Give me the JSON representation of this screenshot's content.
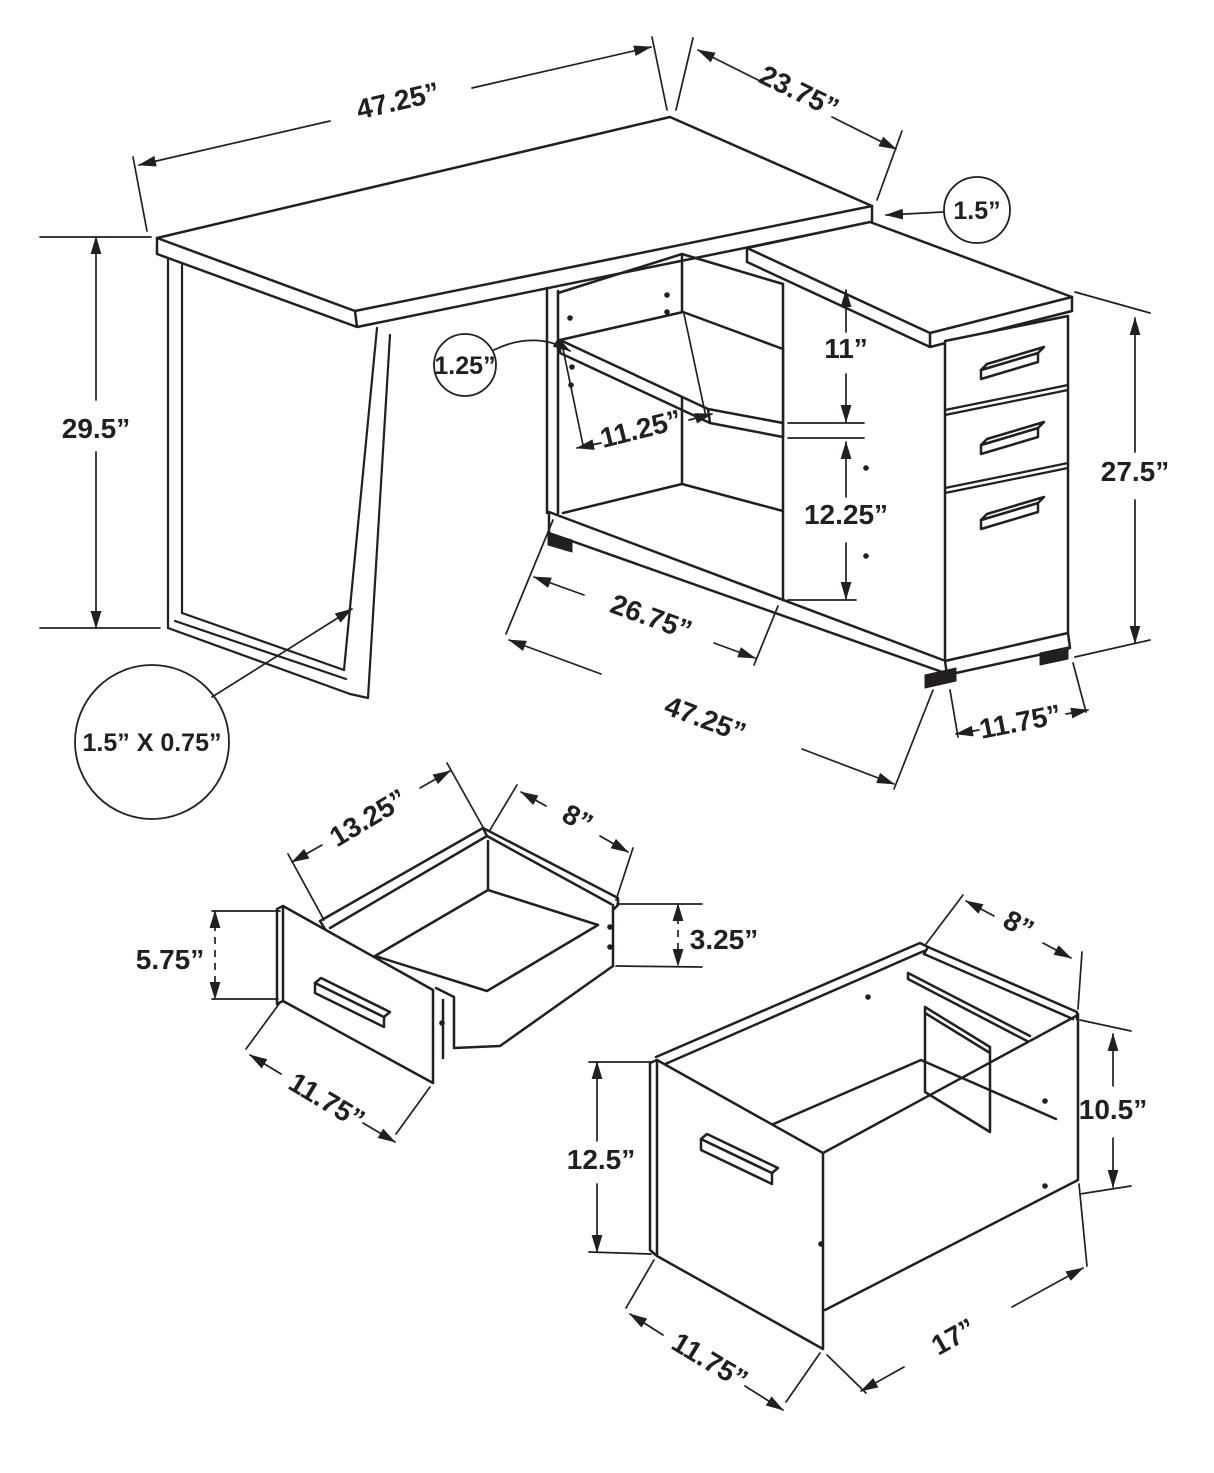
{
  "style": {
    "ink": "#231f20",
    "background": "#ffffff"
  },
  "views": {
    "desk": {
      "name": "assembled L-shaped desk",
      "dims": {
        "top_length": "47.25”",
        "top_depth": "23.75”",
        "top_thickness": "1.5”",
        "overall_height": "29.5”",
        "leg_profile": "1.5” X 0.75”",
        "shelf_thickness": "1.25”",
        "shelf_depth": "11.25”",
        "upper_opening_height": "11”",
        "lower_opening_height": "12.25”",
        "pedestal_height": "27.5”",
        "open_section_width": "26.75”",
        "overall_width": "47.25”",
        "pedestal_depth": "11.75”"
      }
    },
    "small_drawer": {
      "name": "small drawer detail",
      "dims": {
        "inner_length": "13.25”",
        "inner_depth": "8”",
        "face_height": "5.75”",
        "inner_height": "3.25”",
        "face_width": "11.75”"
      }
    },
    "file_drawer": {
      "name": "file drawer detail",
      "dims": {
        "inner_depth": "8”",
        "side_height": "10.5”",
        "face_height": "12.5”",
        "face_width": "11.75”",
        "side_length": "17”"
      }
    }
  }
}
